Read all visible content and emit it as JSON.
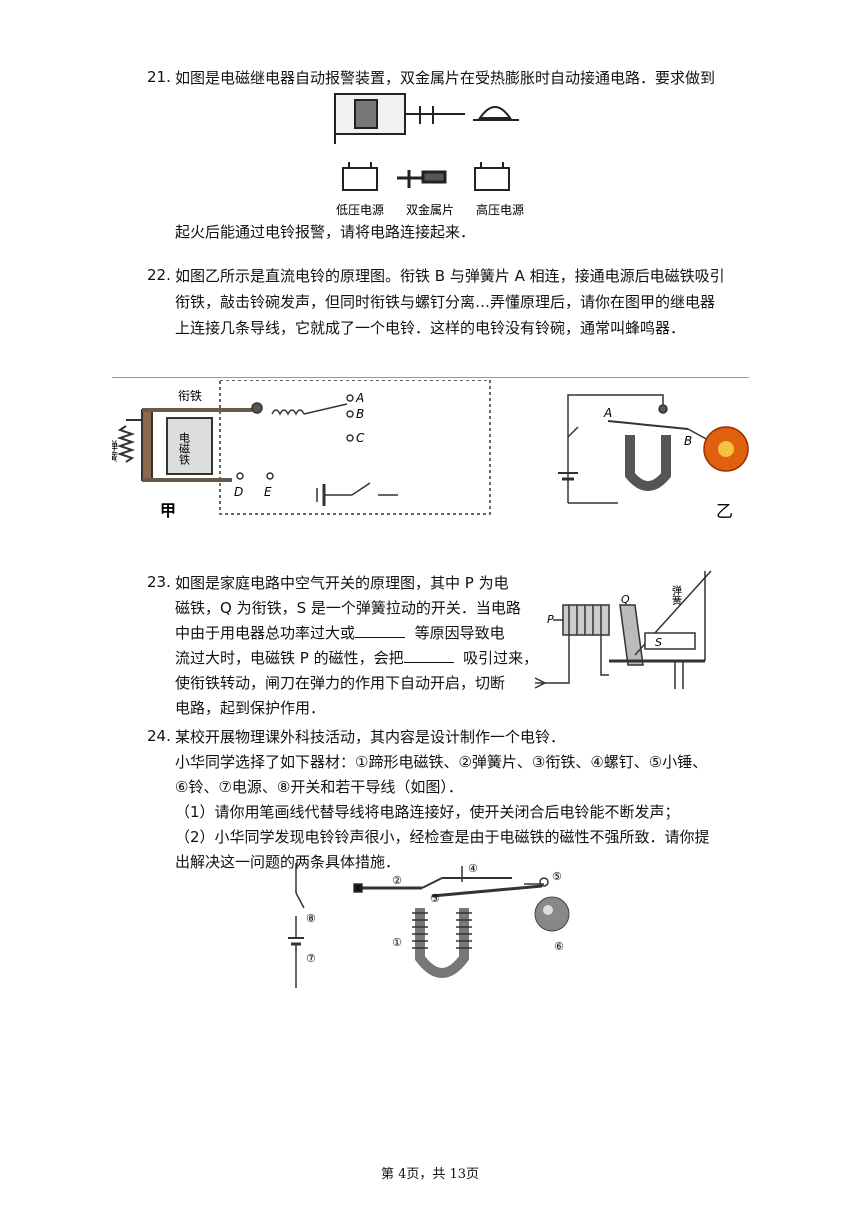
{
  "q21": {
    "number": "21.",
    "line1": "如图是电磁继电器自动报警装置，双金属片在受热膨胀时自动接通电路．要求做到",
    "line2": "起火后能通过电铃报警，请将电路连接起来．",
    "fig_labels": {
      "low_power": "低压电源",
      "bimetal": "双金属片",
      "high_power": "高压电源"
    }
  },
  "q22": {
    "number": "22.",
    "lines": [
      "如图乙所示是直流电铃的原理图。衔铁 B 与弹簧片 A 相连，接通电源后电磁铁吸引",
      "衔铁，敲击铃碗发声，但同时衔铁与螺钉分离…弄懂原理后，请你在图甲的继电器",
      "上连接几条导线，它就成了一个电铃．这样的电铃没有铃碗，通常叫蜂鸣器．"
    ],
    "fig_jia": {
      "armature": "衔铁",
      "spring": "弹簧",
      "electromagnet": "电磁铁",
      "A": "A",
      "B": "B",
      "C": "C",
      "D": "D",
      "E": "E",
      "caption": "甲"
    },
    "fig_yi": {
      "A": "A",
      "B": "B",
      "caption": "乙"
    }
  },
  "q23": {
    "number": "23.",
    "lines": [
      "如图是家庭电路中空气开关的原理图，其中 P 为电",
      "磁铁，Q 为衔铁，S 是一个弹簧拉动的开关．当电路",
      "中由于用电器总功率过大或",
      "等原因导致电",
      "流过大时，电磁铁 P 的磁性，会把",
      "吸引过来，",
      "使衔铁转动，闸刀在弹力的作用下自动开启，切断",
      "电路，起到保护作用．"
    ],
    "fig": {
      "P": "P",
      "Q": "Q",
      "S": "S",
      "spring": "弹簧"
    }
  },
  "q24": {
    "number": "24.",
    "lines": [
      "某校开展物理课外科技活动，其内容是设计制作一个电铃．",
      "小华同学选择了如下器材：①蹄形电磁铁、②弹簧片、③衔铁、④螺钉、⑤小锤、",
      "⑥铃、⑦电源、⑧开关和若干导线（如图）．",
      "（1）请你用笔画线代替导线将电路连接好，使开关闭合后电铃能不断发声；",
      "（2）小华同学发现电铃铃声很小，经检查是由于电磁铁的磁性不强所致．请你提",
      "出解决这一问题的两条具体措施．"
    ],
    "fig": {
      "n1": "①",
      "n2": "②",
      "n3": "③",
      "n4": "④",
      "n5": "⑤",
      "n6": "⑥",
      "n7": "⑦",
      "n8": "⑧"
    }
  },
  "footer": "第 4页，共 13页"
}
